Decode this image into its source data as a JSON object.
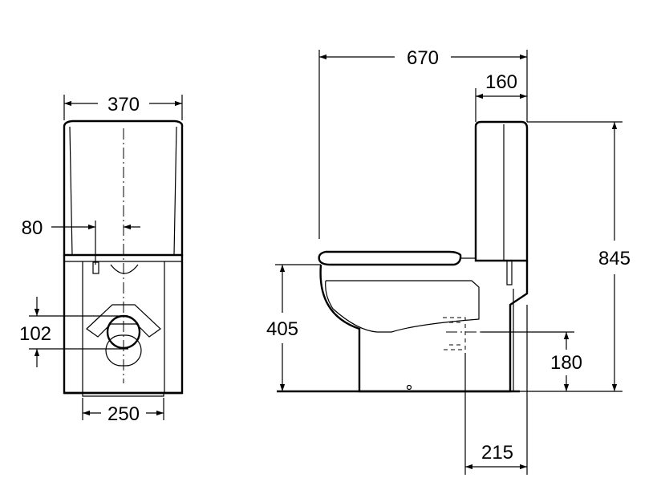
{
  "dimensions": {
    "front_width": "370",
    "front_flush_offset": "80",
    "front_outlet_height": "102",
    "front_base_width": "250",
    "side_depth": "670",
    "side_tank_depth": "160",
    "side_total_height": "845",
    "side_seat_height": "405",
    "side_outlet_height": "180",
    "side_outlet_distance": "215"
  }
}
